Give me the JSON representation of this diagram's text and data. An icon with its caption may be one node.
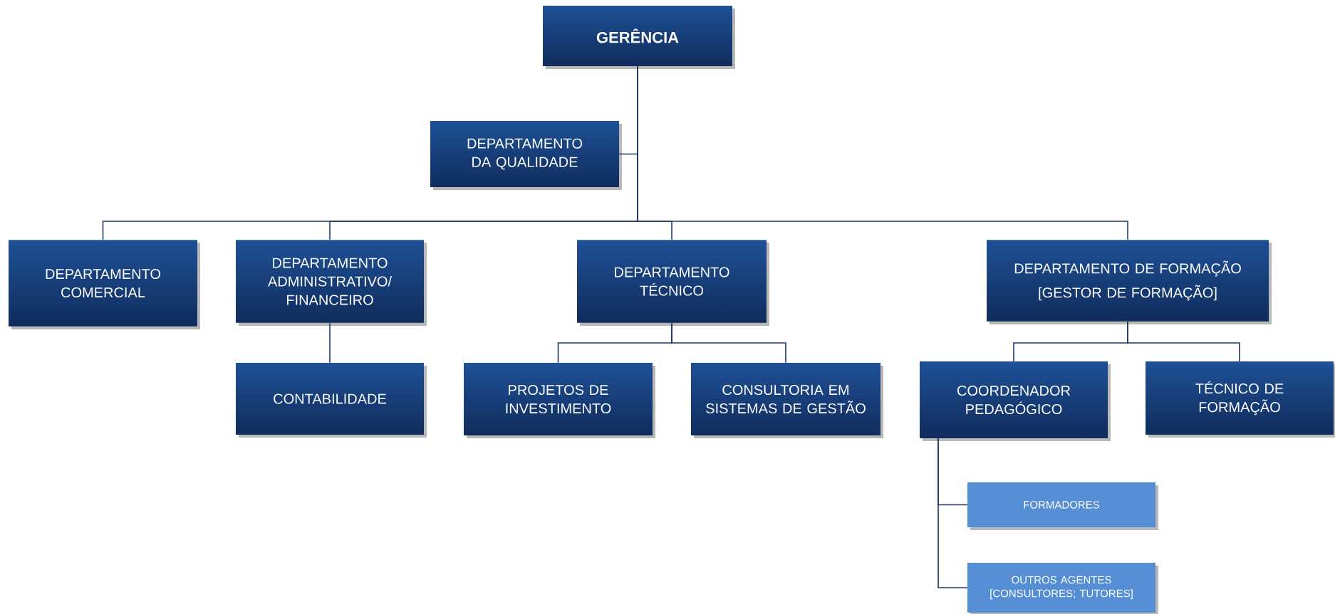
{
  "diagram": {
    "nodes": [
      {
        "text": [
          "GERÊNCIA"
        ]
      },
      {
        "text": [
          "DEPARTAMENTO DA QUALIDADE"
        ]
      },
      {
        "text": [
          "DEPARTAMENTO COMERCIAL"
        ]
      },
      {
        "text": [
          "DEPARTAMENTO ADMINISTRATIVO/ FINANCEIRO"
        ]
      },
      {
        "text": [
          "DEPARTAMENTO TÉCNICO"
        ]
      },
      {
        "text": [
          "DEPARTAMENTO DE FORMAÇÃO",
          "[GESTOR DE FORMAÇÃO]"
        ]
      },
      {
        "text": [
          "CONTABILIDADE"
        ]
      },
      {
        "text": [
          "PROJETOS DE INVESTIMENTO"
        ]
      },
      {
        "text": [
          "CONSULTORIA EM SISTEMAS DE GESTÃO"
        ]
      },
      {
        "text": [
          "COORDENADOR PEDAGÓGICO"
        ]
      },
      {
        "text": [
          "TÉCNICO DE FORMAÇÃO"
        ]
      },
      {
        "text": [
          "FORMADORES"
        ]
      },
      {
        "text": [
          "OUTROS AGENTES [CONSULTORES; TUTORES]"
        ]
      }
    ],
    "edges": [
      {
        "from": 0,
        "to": 1,
        "arrow": "none"
      },
      {
        "from": 0,
        "to": 2,
        "arrow": "none"
      },
      {
        "from": 0,
        "to": 3,
        "arrow": "none"
      },
      {
        "from": 0,
        "to": 4,
        "arrow": "none"
      },
      {
        "from": 0,
        "to": 5,
        "arrow": "none"
      },
      {
        "from": 3,
        "to": 6,
        "arrow": "none"
      },
      {
        "from": 4,
        "to": 7,
        "arrow": "none"
      },
      {
        "from": 4,
        "to": 8,
        "arrow": "none"
      },
      {
        "from": 5,
        "to": 9,
        "arrow": "none"
      },
      {
        "from": 5,
        "to": 10,
        "arrow": "none"
      },
      {
        "from": 9,
        "to": 11,
        "arrow": "none"
      },
      {
        "from": 9,
        "to": 12,
        "arrow": "none"
      }
    ]
  }
}
